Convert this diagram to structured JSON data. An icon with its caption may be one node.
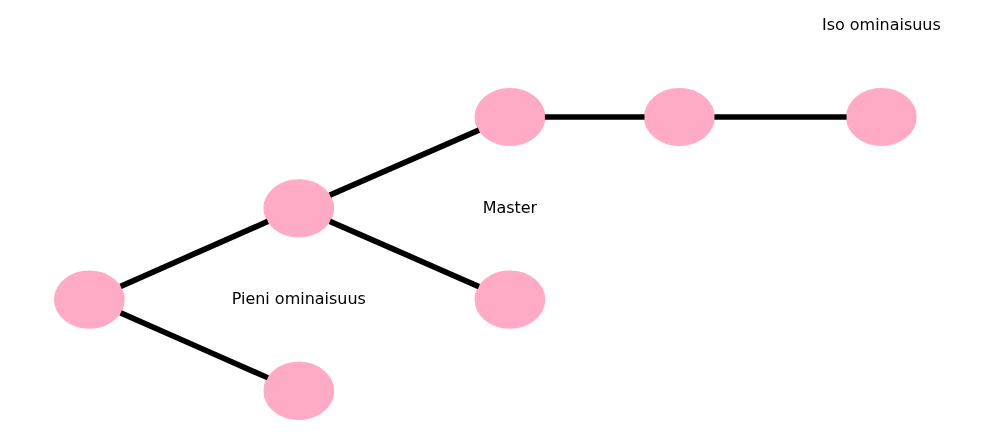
{
  "diagram": {
    "nodes": [
      {
        "text": [],
        "shape": "circle"
      },
      {
        "text": [],
        "shape": "circle",
        "beside": [
          "Pieni ominaisuus"
        ]
      },
      {
        "text": [],
        "shape": "circle"
      },
      {
        "text": [],
        "shape": "circle",
        "beside": [
          "Master"
        ]
      },
      {
        "text": [],
        "shape": "circle"
      },
      {
        "text": [],
        "shape": "circle"
      },
      {
        "text": [],
        "shape": "circle",
        "beside": [
          "Iso ominaisuus"
        ]
      }
    ],
    "edges": [
      {
        "from": 0,
        "to": 1,
        "arrow": "none"
      },
      {
        "from": 0,
        "to": 2,
        "arrow": "none"
      },
      {
        "from": 2,
        "to": 3,
        "arrow": "none"
      },
      {
        "from": 2,
        "to": 4,
        "arrow": "none"
      },
      {
        "from": 4,
        "to": 5,
        "arrow": "none"
      },
      {
        "from": 5,
        "to": 6,
        "arrow": "none"
      }
    ]
  }
}
